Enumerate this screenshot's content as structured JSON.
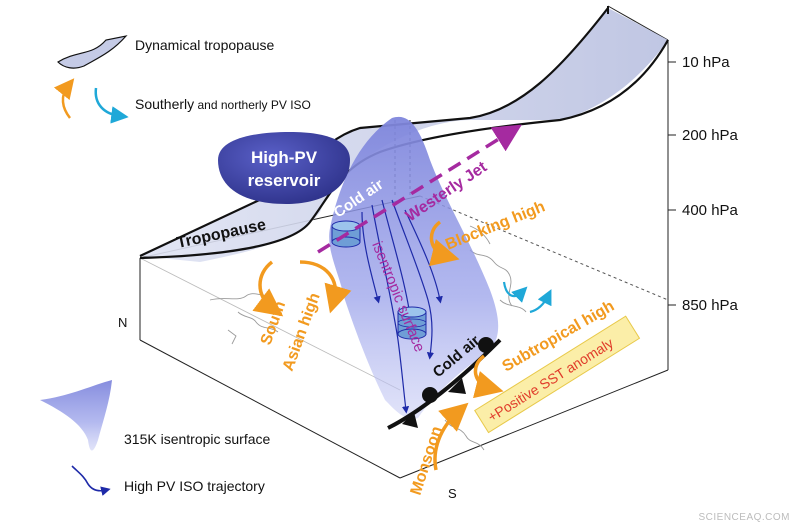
{
  "legend": {
    "dynamical_tropopause": "Dynamical tropopause",
    "pv_iso_southerly": "Southerly",
    "pv_iso_rest": " and northerly PV ISO",
    "isentropic_surface": "315K isentropic surface",
    "trajectory": "High PV ISO trajectory"
  },
  "pressure_levels": [
    "10 hPa",
    "200 hPa",
    "400 hPa",
    "850 hPa"
  ],
  "directions": {
    "north": "N",
    "south": "S"
  },
  "labels": {
    "reservoir_line1": "High-PV",
    "reservoir_line2": "reservoir",
    "tropopause": "Tropopause",
    "cold_air_top": "Cold air",
    "cold_air_bottom": "Cold air",
    "westerly_jet": "Westerly Jet",
    "isentropic_surface": "isentropic surface",
    "south_asian_high_line1": "South",
    "south_asian_high_line2": "Asian high",
    "blocking_high": "Blocking high",
    "subtropical_high": "Subtropical high",
    "sst_anomaly": "+Positive SST anomaly",
    "monsoon": "Monsoon"
  },
  "watermark": "SCIENCEAQ.COM",
  "colors": {
    "tropopause_fill": "#c5cbe6",
    "reservoir": "#3b3f9e",
    "orange": "#f29a1f",
    "purple": "#a52aa0",
    "cyan": "#1fa8d8",
    "trajectory": "#1e2aa8",
    "sst_fill": "#fbeea8"
  }
}
